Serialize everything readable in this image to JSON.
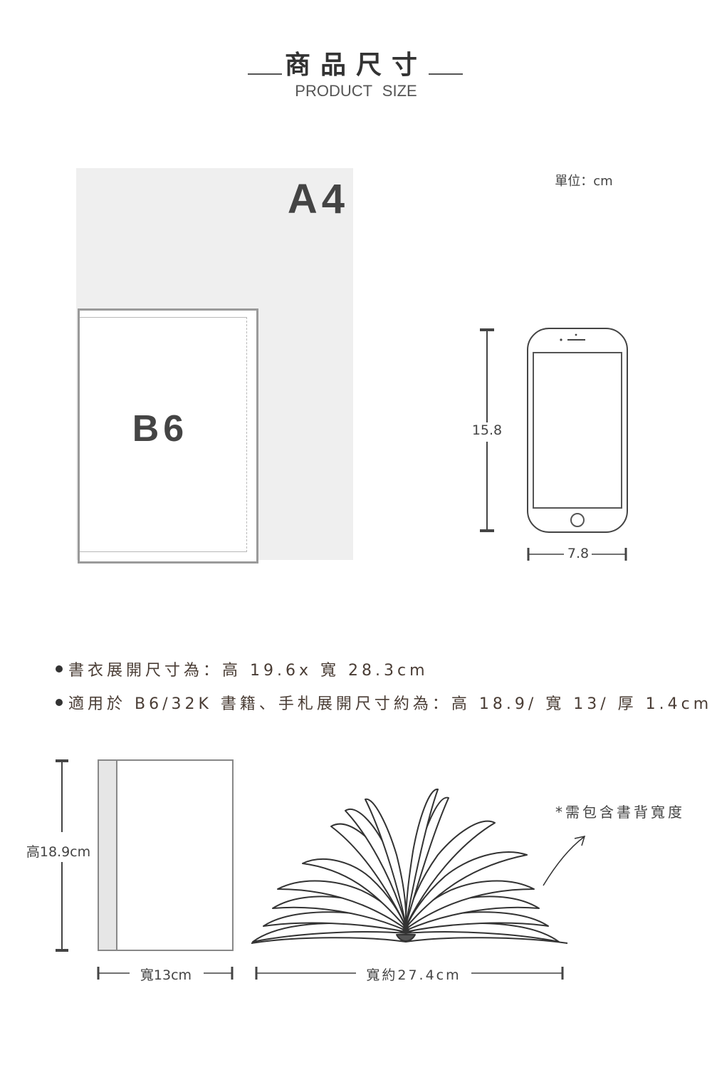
{
  "header": {
    "title": "商品尺寸",
    "subtitle": "PRODUCT  SIZE"
  },
  "compare": {
    "a4_label": "A4",
    "b6_label": "B6",
    "unit_label": "單位：cm",
    "phone_height": "15.8",
    "phone_width": "7.8"
  },
  "specs": {
    "line1": "書衣展開尺寸為：高 19.6x 寬 28.3cm",
    "line2": "適用於 B6/32K 書籍、手札展開尺寸約為：高 18.9/ 寬 13/ 厚 1.4cm"
  },
  "book": {
    "height_label": "高18.9cm",
    "width_label": "寬13cm",
    "open_width_label": "寬約27.4cm",
    "note": "*需包含書背寬度"
  },
  "colors": {
    "a4_background": "#efefef",
    "line": "#444444",
    "spec_text": "#4a3d35"
  }
}
